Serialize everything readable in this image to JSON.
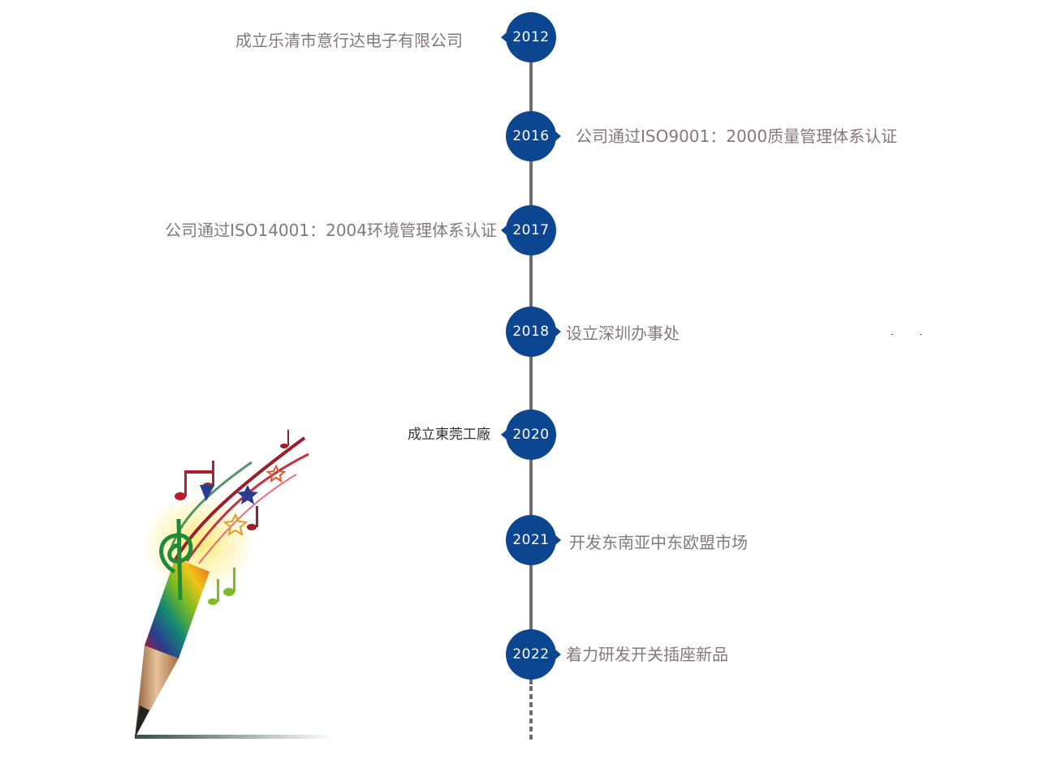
{
  "timeline": {
    "events": [
      {
        "year": "2012",
        "text": "成立乐清市意行达电子有限公司"
      },
      {
        "year": "2016",
        "text": "公司通过ISO9001：2000质量管理体系认证"
      },
      {
        "year": "2017",
        "text": "公司通过ISO14001：2004环境管理体系认证"
      },
      {
        "year": "2018",
        "text": "设立深圳办事处"
      },
      {
        "year": "2020",
        "text": "成立東莞工廠"
      },
      {
        "year": "2021",
        "text": "开发东南亚中东欧盟市场"
      },
      {
        "year": "2022",
        "text": "着力研发开关插座新品"
      }
    ]
  },
  "colors": {
    "badge": "#0d4690",
    "line": "#6e6e6e",
    "event_text": "#85787c"
  },
  "decoration": {
    "icon": "pencil-music-notes-icon"
  }
}
